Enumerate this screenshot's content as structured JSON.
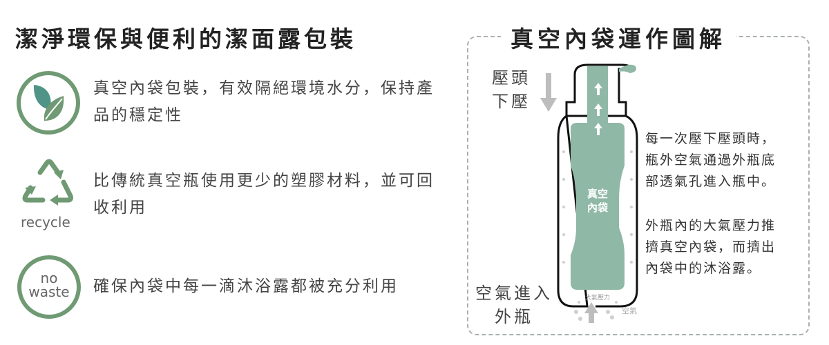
{
  "left": {
    "title": "潔淨環保與便利的潔面露包裝",
    "items": [
      {
        "icon": "leaf-icon",
        "text": "真空內袋包裝，有效隔絕環境水分，保持產品的穩定性"
      },
      {
        "icon": "recycle-icon",
        "icon_label": "recycle",
        "text": "比傳統真空瓶使用更少的塑膠材料，並可回收利用"
      },
      {
        "icon": "no-waste-icon",
        "icon_label_1": "no",
        "icon_label_2": "waste",
        "text": "確保內袋中每一滴沐浴露都被充分利用"
      }
    ]
  },
  "right": {
    "title": "真空內袋運作圖解",
    "press_label_1": "壓頭",
    "press_label_2": "下壓",
    "air_in_label_1": "空氣進入",
    "air_in_label_2": "外瓶",
    "bag_label_1": "真空",
    "bag_label_2": "內袋",
    "pressure_label": "大氣壓力",
    "air_label": "空氣",
    "desc_1": [
      "每一次壓下壓頭時，",
      "瓶外空氣通過外瓶底",
      "部透氣孔進入瓶中。"
    ],
    "desc_2": [
      "外瓶內的大氣壓力推",
      "擠真空內袋，而擠出",
      "內袋中的沐浴露。"
    ]
  },
  "colors": {
    "green": "#6f9a73",
    "bag": "#8fb8a6",
    "arrow_gray": "#bdbdbd"
  }
}
